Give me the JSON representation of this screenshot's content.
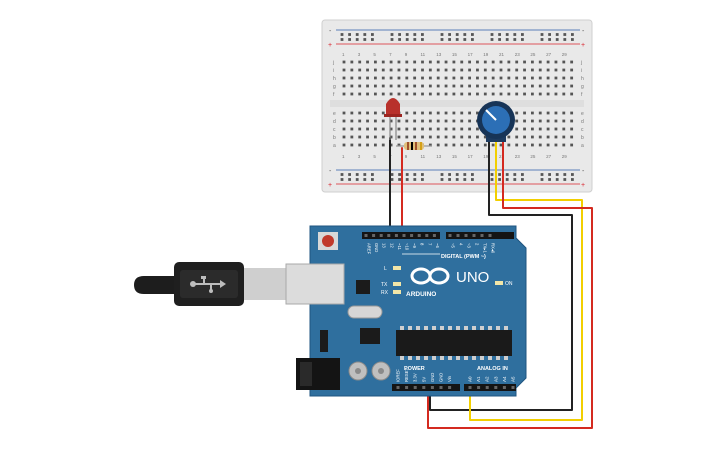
{
  "colors": {
    "board": "#2f6f9e",
    "board_edge": "#1f5580",
    "breadboard": "#e9e9e9",
    "rail_red": "#d9232d",
    "rail_blue": "#2b5aa8",
    "wire_black": "#222222",
    "wire_red": "#d42a20",
    "wire_yellow": "#f2cf00",
    "led": "#b8312b",
    "pot": "#2c6fb6"
  },
  "breadboard": {
    "rail_plus": "+",
    "rail_minus": "-",
    "row_letters_top": [
      "j",
      "i",
      "h",
      "g",
      "f"
    ],
    "row_letters_bottom": [
      "e",
      "d",
      "c",
      "b",
      "a"
    ],
    "column_numbers": [
      "1",
      "3",
      "5",
      "7",
      "9",
      "11",
      "13",
      "15",
      "17",
      "19",
      "21",
      "23",
      "25",
      "27",
      "29"
    ]
  },
  "arduino": {
    "brand": "ARDUINO",
    "model": "UNO",
    "digital_label": "DIGITAL (PWM ~)",
    "power_label": "POWER",
    "analog_label": "ANALOG IN",
    "on_label": "ON",
    "l_label": "L",
    "tx_label": "TX",
    "rx_label": "RX",
    "top_pins": [
      "AREF",
      "GND",
      "13",
      "12",
      "~11",
      "~10",
      "~9",
      "8",
      "7",
      "~6",
      "~5",
      "4",
      "~3",
      "2",
      "TX▸1",
      "RX◂0"
    ],
    "power_pins": [
      "IOREF",
      "RESET",
      "3.3V",
      "5V",
      "GND",
      "GND",
      "Vin"
    ],
    "analog_pins": [
      "A0",
      "A1",
      "A2",
      "A3",
      "A4",
      "A5"
    ]
  },
  "components": {
    "usb_cable": "usb-b-cable",
    "led": "red-led",
    "resistor": "resistor",
    "potentiometer": "potentiometer"
  }
}
